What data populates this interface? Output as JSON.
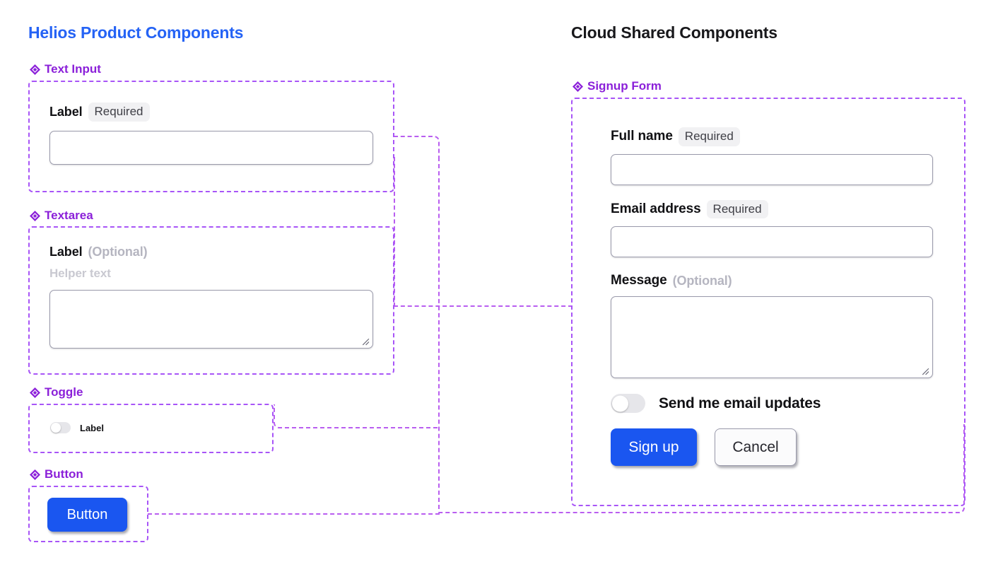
{
  "panels": {
    "left": {
      "title": "Helios Product Components"
    },
    "right": {
      "title": "Cloud Shared Components"
    }
  },
  "left_sections": [
    {
      "heading": "Text Input",
      "icon": "diamond-icon"
    },
    {
      "heading": "Textarea",
      "icon": "diamond-icon"
    },
    {
      "heading": "Toggle",
      "icon": "diamond-icon"
    },
    {
      "heading": "Button",
      "icon": "diamond-icon"
    }
  ],
  "text_input_demo": {
    "label": "Label",
    "required_badge": "Required",
    "value": "",
    "placeholder": ""
  },
  "textarea_demo": {
    "label": "Label",
    "optional_tag": "(Optional)",
    "helper_text": "Helper text",
    "value": "",
    "placeholder": ""
  },
  "toggle_demo": {
    "label": "Label",
    "state": "off"
  },
  "button_demo": {
    "label": "Button"
  },
  "right_sections": [
    {
      "heading": "Signup Form",
      "icon": "diamond-icon"
    }
  ],
  "signup_form": {
    "fields": [
      {
        "label": "Full name",
        "badge": "Required",
        "type": "text",
        "value": "",
        "placeholder": ""
      },
      {
        "label": "Email address",
        "badge": "Required",
        "type": "text",
        "value": "",
        "placeholder": ""
      },
      {
        "label": "Message",
        "badge": "(Optional)",
        "type": "textarea",
        "value": "",
        "placeholder": ""
      }
    ],
    "toggle": {
      "label": "Send me email updates",
      "state": "off"
    },
    "primary_button": "Sign up",
    "secondary_button": "Cancel"
  },
  "colors": {
    "brand_blue": "#2563f5",
    "accent_purple": "#8b20d9",
    "frame_purple": "#a855f7",
    "button_blue": "#1a56f0",
    "text_dark": "#111114",
    "muted_gray": "#b5b5c0"
  }
}
